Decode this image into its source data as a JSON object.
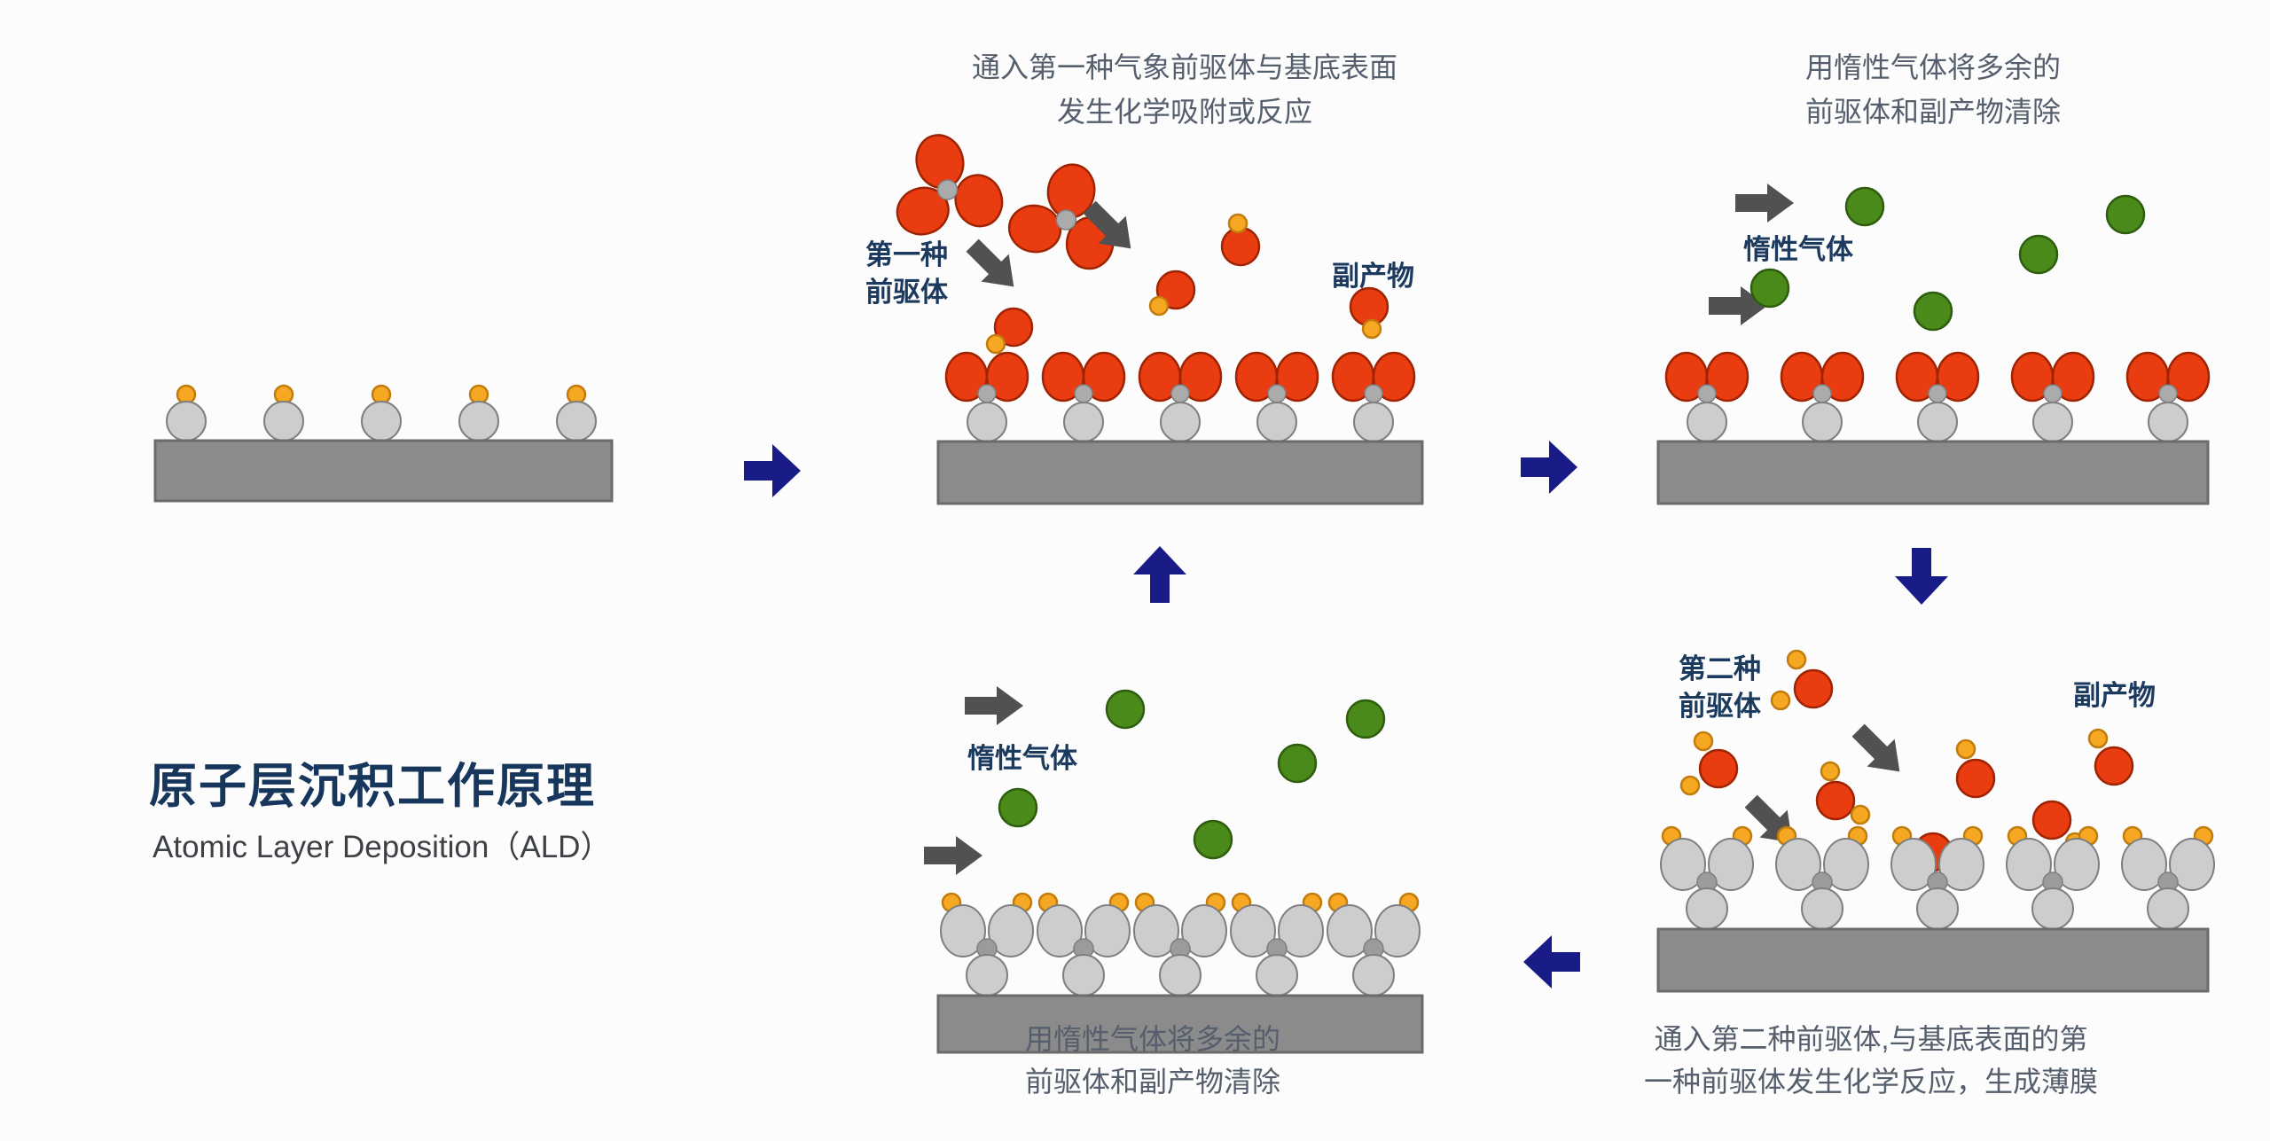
{
  "colors": {
    "navy-arrow": "#191c87",
    "label-text": "#1c3a5e",
    "caption-text": "#555e6c",
    "title-text": "#17365c",
    "subtitle-text": "#3d4146",
    "red": "#e93c10",
    "red-stroke": "#9e2403",
    "orange": "#f7a823",
    "orange-stroke": "#c27c0e",
    "green": "#4a8a1b",
    "green-stroke": "#2e5d0e",
    "gray-circle": "#cdcdcd",
    "gray-circle-stroke": "#7f7f7f",
    "linker": "#ababab",
    "linker-dark": "#9b9b9b",
    "substrate": "#8b8b8b",
    "substrate-stroke": "#6b6b6b",
    "gas-arrow": "#515151"
  },
  "title": {
    "main": "原子层沉积工作原理",
    "subtitle": "Atomic Layer Deposition（ALD）"
  },
  "step1": {
    "caption1": "通入第一种气象前驱体与基底表面",
    "caption2": "发生化学吸附或反应",
    "precursor1": "第一种",
    "precursor2": "前驱体",
    "byproduct": "副产物"
  },
  "step2": {
    "caption1": "用惰性气体将多余的",
    "caption2": "前驱体和副产物清除",
    "gas": "惰性气体"
  },
  "step3": {
    "caption1": "通入第二种前驱体,与基底表面的第",
    "caption2": "一种前驱体发生化学反应，生成薄膜",
    "precursor1": "第二种",
    "precursor2": "前驱体",
    "byproduct": "副产物"
  },
  "step4": {
    "caption1": "用惰性气体将多余的",
    "caption2": "前驱体和副产物清除",
    "gas": "惰性气体"
  }
}
